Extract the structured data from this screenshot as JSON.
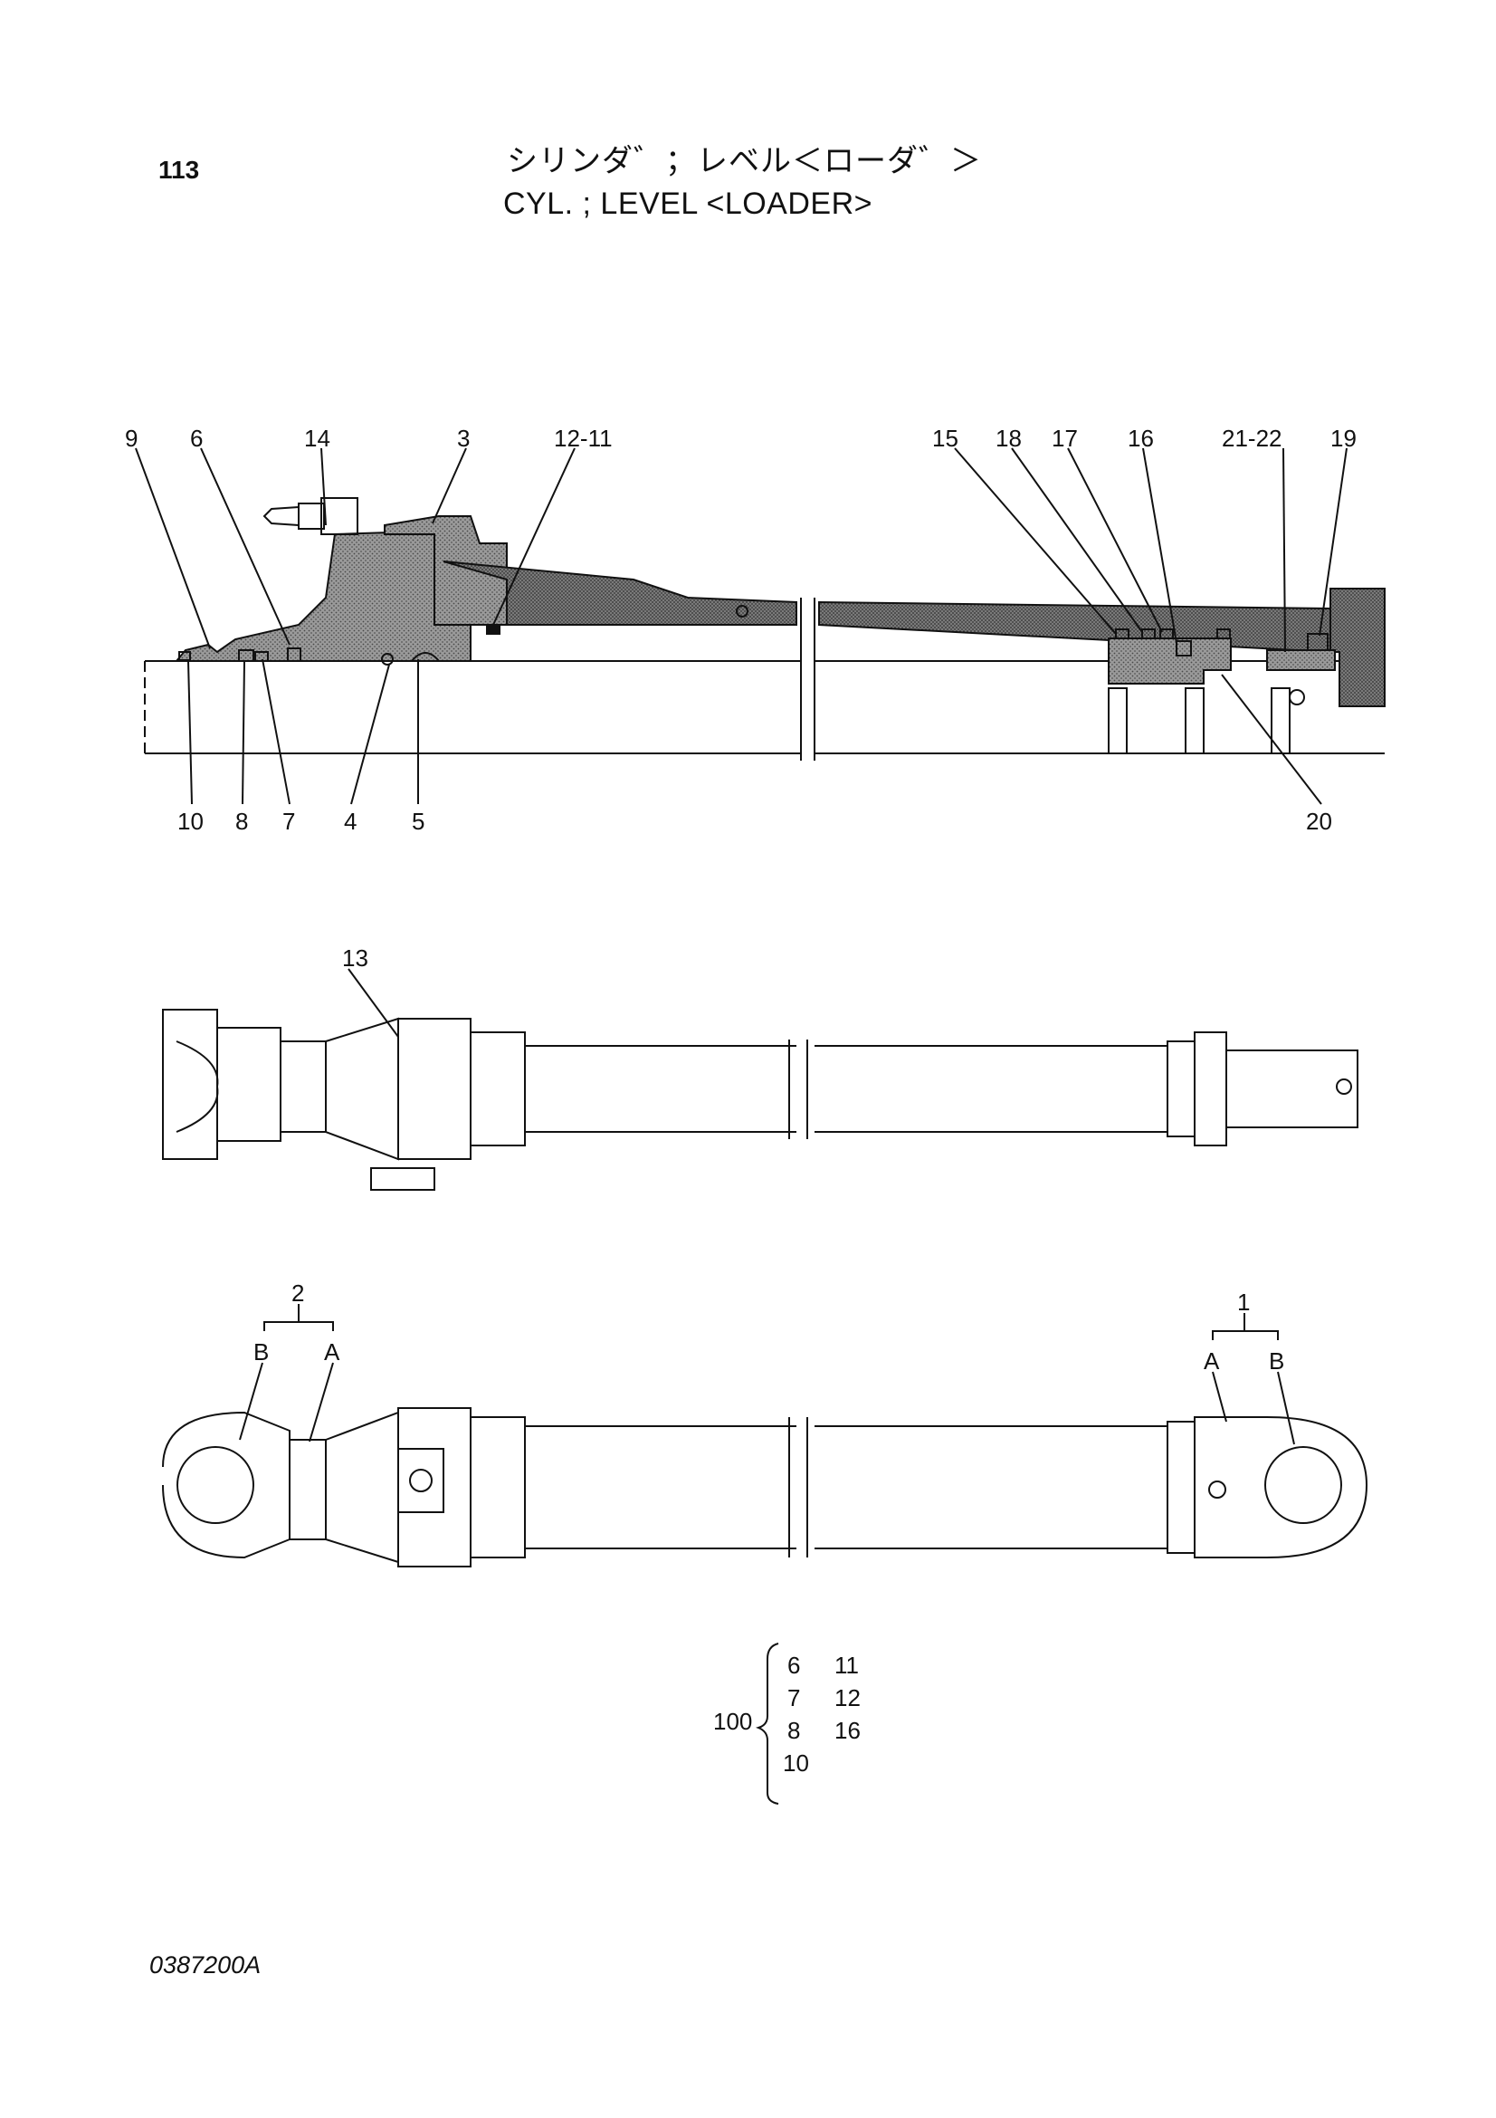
{
  "header": {
    "page_number": "113",
    "title_jp": "シリンダ゛；レベル＜ローダ゛＞",
    "title_en": "CYL. ; LEVEL <LOADER>"
  },
  "section_callouts": {
    "top": [
      "9",
      "6",
      "14",
      "3",
      "12-11",
      "15",
      "18",
      "17",
      "16",
      "21-22",
      "19"
    ],
    "bottom": [
      "10",
      "8",
      "7",
      "4",
      "5",
      "20"
    ]
  },
  "middle_callout": "13",
  "lower_callouts": {
    "left_group": "2",
    "left_b": "B",
    "left_a": "A",
    "right_group": "1",
    "right_a": "A",
    "right_b": "B"
  },
  "kit": {
    "number": "100",
    "rows": [
      [
        "6",
        "11"
      ],
      [
        "7",
        "12"
      ],
      [
        "8",
        "16"
      ],
      [
        "10",
        ""
      ]
    ]
  },
  "footer": {
    "drawing_number": "0387200A"
  }
}
